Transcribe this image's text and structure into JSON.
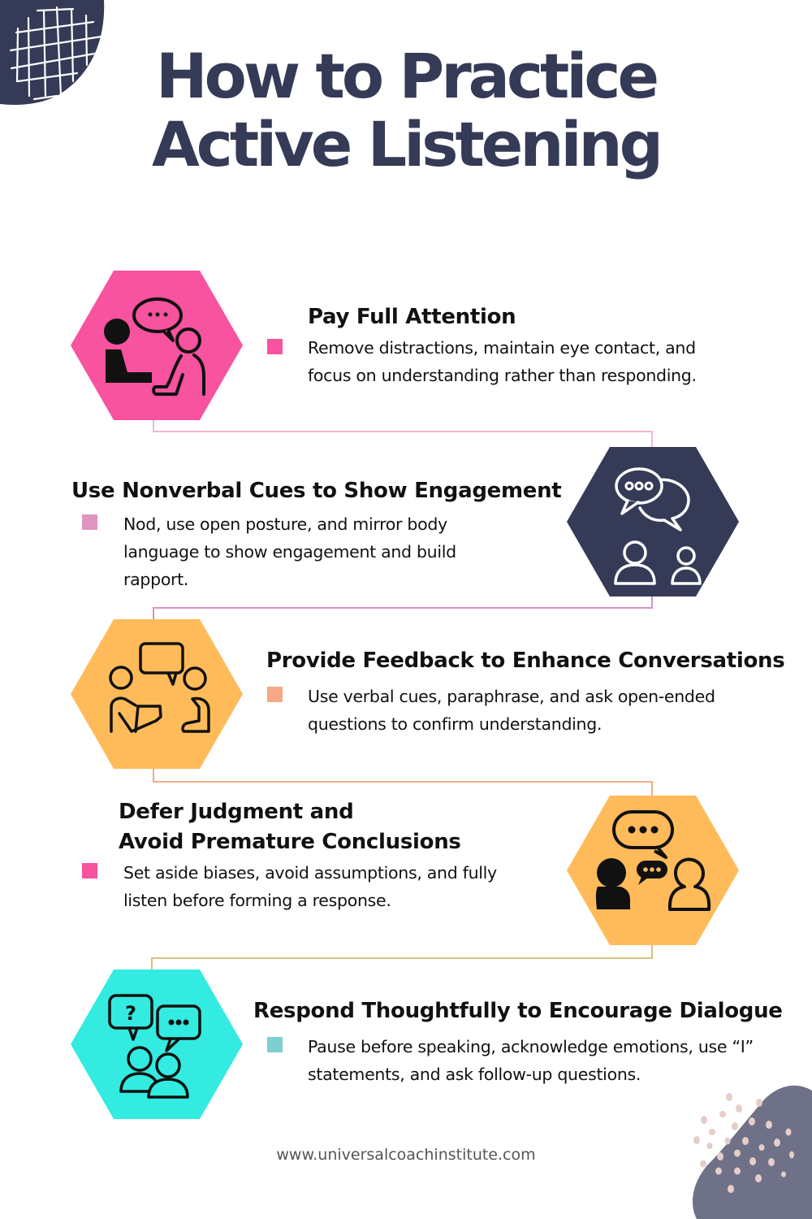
{
  "title": {
    "line1": "How to Practice",
    "line2": "Active Listening",
    "color": "#353a57"
  },
  "steps": [
    {
      "heading": "Pay Full Attention",
      "description": "Remove distractions, maintain eye contact, and focus on understanding rather than responding.",
      "icon": "two-people-conversation-icon",
      "hex_color": "#f7539e",
      "bullet_color": "#f7539e",
      "connector_color": "#f5b6cf"
    },
    {
      "heading": "Use Nonverbal Cues to Show Engagement",
      "description": "Nod, use open posture, and mirror body language to show engagement and build rapport.",
      "icon": "chat-bubbles-people-icon",
      "hex_color": "#353a57",
      "bullet_color": "#e094c2",
      "connector_color": "#dc90c2"
    },
    {
      "heading": "Provide Feedback to Enhance Conversations",
      "description": "Use verbal cues, paraphrase, and ask open-ended questions to confirm understanding.",
      "icon": "people-with-clipboard-icon",
      "hex_color": "#ffbb5a",
      "bullet_color": "#f7a886",
      "connector_color": "#f2ab88"
    },
    {
      "heading_line1": "Defer Judgment and",
      "heading_line2": "Avoid Premature Conclusions",
      "description": "Set aside biases, avoid assumptions, and fully listen before forming a response.",
      "icon": "two-people-dialogue-icon",
      "hex_color": "#ffbb5a",
      "bullet_color": "#f7539e",
      "connector_color": "#d6c27e"
    },
    {
      "heading": "Respond Thoughtfully to Encourage Dialogue",
      "description": "Pause before speaking, acknowledge emotions, use “I” statements, and ask follow-up questions.",
      "icon": "question-chat-people-icon",
      "hex_color": "#33ebe0",
      "bullet_color": "#7dcfd2"
    }
  ],
  "footer": {
    "url": "www.universalcoachinstitute.com"
  },
  "decor": {
    "top_left_blob_color": "#353a57",
    "bottom_right_blob_color": "#6e7188",
    "dots_color": "#e6cdc8"
  }
}
